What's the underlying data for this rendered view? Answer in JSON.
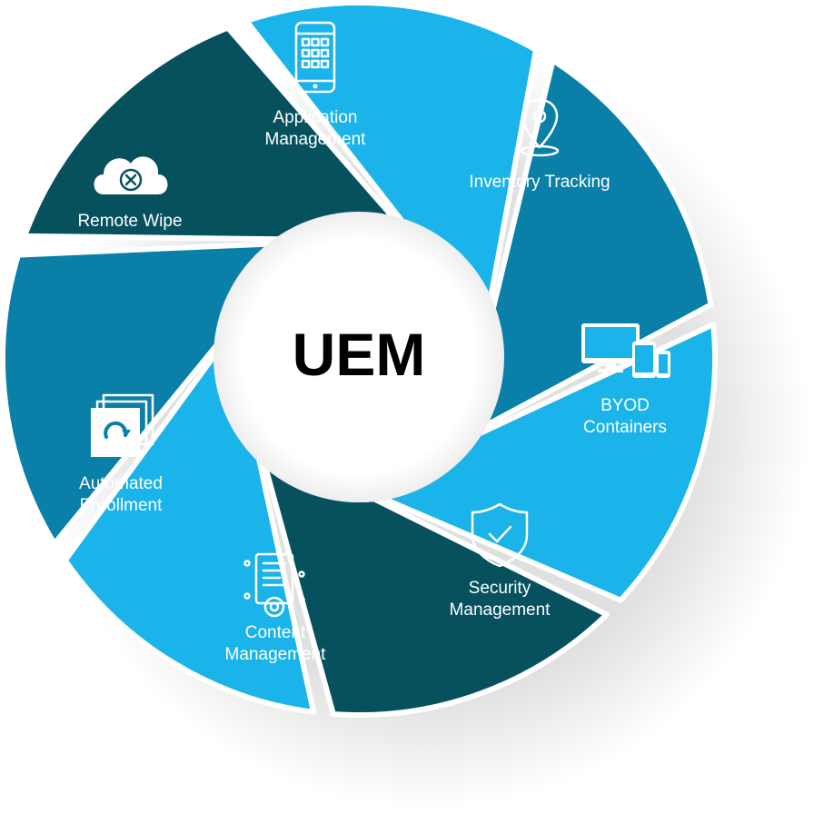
{
  "center": {
    "label": "UEM"
  },
  "segments": [
    {
      "label_lines": [
        "Application",
        "Management"
      ],
      "icon": "tablet-apps-icon",
      "color": "#1ab3ea"
    },
    {
      "label_lines": [
        "Inventory Tracking"
      ],
      "icon": "location-pin-icon",
      "color": "#0a7fa7"
    },
    {
      "label_lines": [
        "BYOD",
        "Containers"
      ],
      "icon": "devices-icon",
      "color": "#1ab3ea"
    },
    {
      "label_lines": [
        "Security",
        "Management"
      ],
      "icon": "shield-check-icon",
      "color": "#07515f"
    },
    {
      "label_lines": [
        "Content",
        "Management"
      ],
      "icon": "document-gear-icon",
      "color": "#1ab3ea"
    },
    {
      "label_lines": [
        "Automated",
        "Enrollment"
      ],
      "icon": "stacked-pages-refresh-icon",
      "color": "#0a7fa7"
    },
    {
      "label_lines": [
        "Remote Wipe"
      ],
      "icon": "cloud-cancel-icon",
      "color": "#07515f"
    }
  ]
}
